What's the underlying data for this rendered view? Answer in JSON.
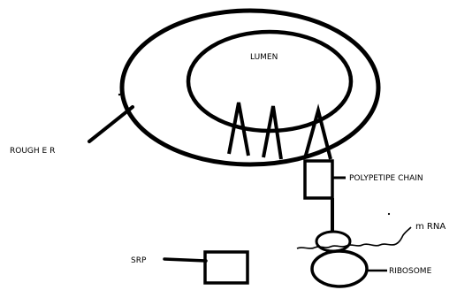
{
  "labels": {
    "lumen": "LUMEN",
    "rough_er": "ROUGH E R",
    "polypeptide_chain": "POLYPETIPE CHAIN",
    "mrna": "m RNA",
    "ribosome": "RIBOSOME",
    "srp": "SRP"
  },
  "colors": {
    "ink": "#000000",
    "background": "#ffffff"
  }
}
